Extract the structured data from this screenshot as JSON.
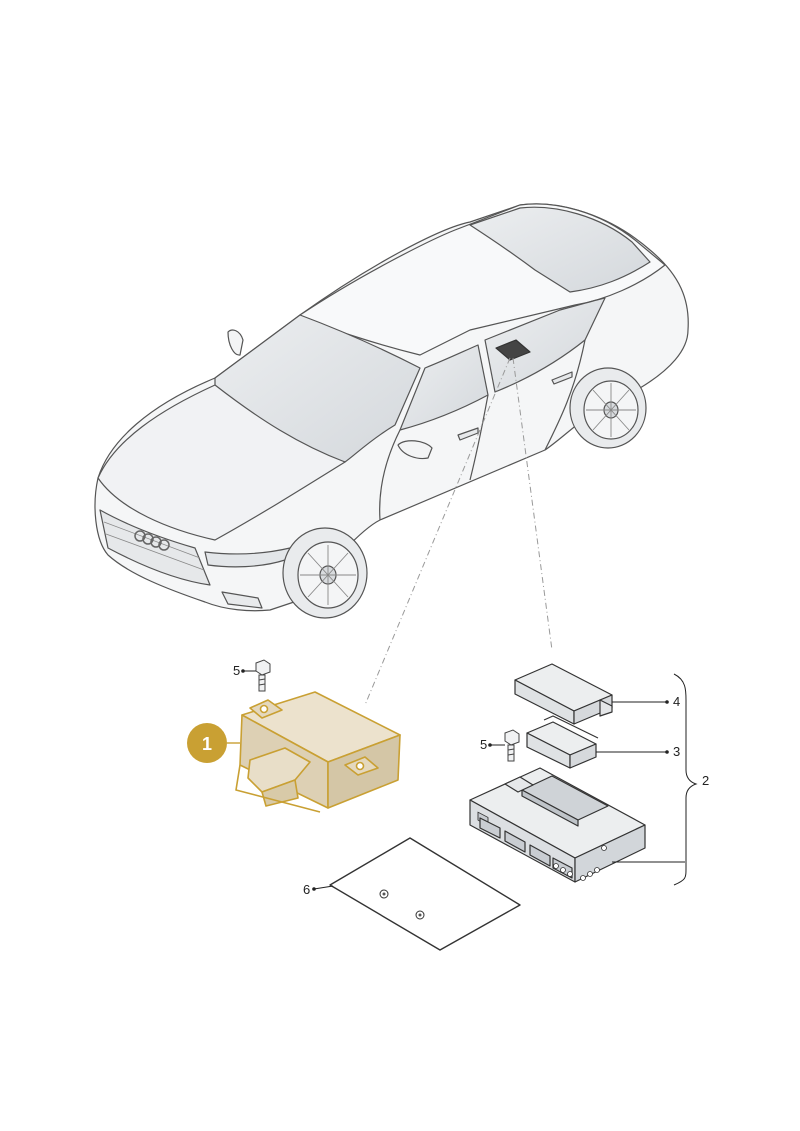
{
  "diagram": {
    "callouts": [
      {
        "id": "part-1",
        "label": "1",
        "highlighted": true
      },
      {
        "id": "part-2",
        "label": "2"
      },
      {
        "id": "part-3",
        "label": "3"
      },
      {
        "id": "part-4",
        "label": "4"
      },
      {
        "id": "part-5a",
        "label": "5"
      },
      {
        "id": "part-5b",
        "label": "5"
      },
      {
        "id": "part-6",
        "label": "6"
      }
    ]
  },
  "colors": {
    "highlight_fill": "#e6d9bf",
    "highlight_stroke": "#c9a033",
    "badge_fill": "#c9a033",
    "car_body": "#f4f5f6",
    "car_glass": "#dfe2e5",
    "line": "#333333"
  }
}
